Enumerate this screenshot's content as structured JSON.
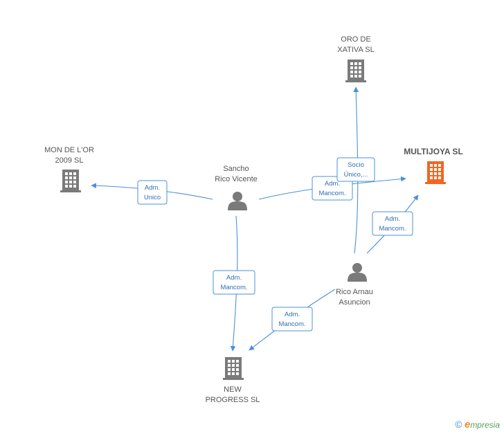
{
  "colors": {
    "edge": "#4a90d9",
    "node": "#7a7a7a",
    "highlight": "#f26522"
  },
  "nodes": {
    "oro": {
      "label1": "ORO DE",
      "label2": "XATIVA SL",
      "icon": "building-icon"
    },
    "multijoya": {
      "label1": "MULTIJOYA SL",
      "icon": "building-icon"
    },
    "mon": {
      "label1": "MON DE L'OR",
      "label2": "2009 SL",
      "icon": "building-icon"
    },
    "sancho": {
      "label1": "Sancho",
      "label2": "Rico Vicente",
      "icon": "person-icon"
    },
    "rico": {
      "label1": "Rico Arnau",
      "label2": "Asuncion",
      "icon": "person-icon"
    },
    "newprog": {
      "label1": "NEW",
      "label2": "PROGRESS SL",
      "icon": "building-icon"
    }
  },
  "edges": {
    "sancho_mon": {
      "line1": "Adm.",
      "line2": "Unico"
    },
    "sancho_multijoya": {
      "line1": "Adm.",
      "line2": "Mancom."
    },
    "rico_oro": {
      "line1": "Socio",
      "line2": "Único,..."
    },
    "rico_multijoya": {
      "line1": "Adm.",
      "line2": "Mancom."
    },
    "sancho_newprog": {
      "line1": "Adm.",
      "line2": "Mancom."
    },
    "rico_newprog": {
      "line1": "Adm.",
      "line2": "Mancom."
    }
  },
  "footer": {
    "copyright": "©",
    "brand_e": "e",
    "brand_rest": "mpresia"
  }
}
